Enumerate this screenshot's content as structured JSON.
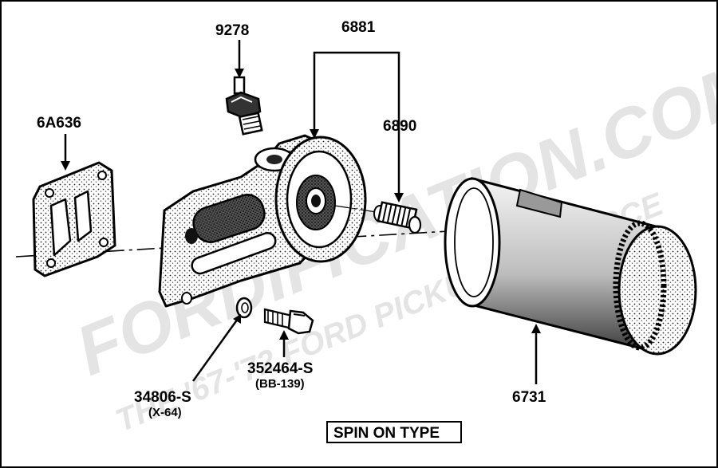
{
  "parts": {
    "pressure_switch": "9278",
    "filter_adapter": "6881",
    "insert": "6890",
    "gasket": "6A636",
    "bolt": "352464-S",
    "bolt_code": "(BB-139)",
    "washer": "34806-S",
    "washer_code": "(X-64)",
    "filter": "6731"
  },
  "caption": "SPIN ON TYPE",
  "watermark": {
    "line1": "FORDIFICATION.COM",
    "line2": "THE '67-'72 FORD PICKUP RESOURCE"
  }
}
